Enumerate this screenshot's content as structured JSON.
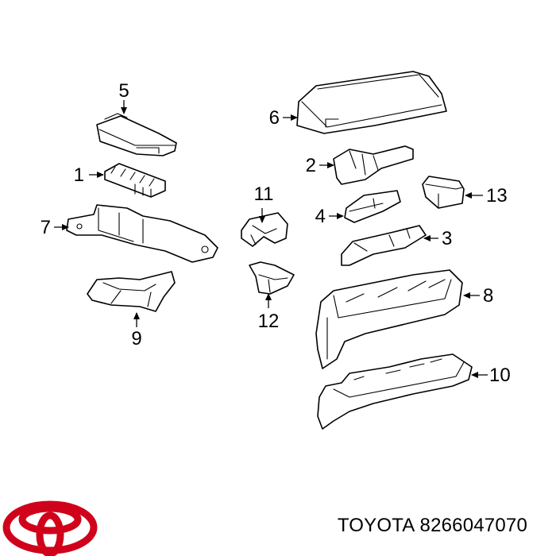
{
  "diagram": {
    "callouts": [
      "1",
      "2",
      "3",
      "4",
      "5",
      "6",
      "7",
      "8",
      "9",
      "10",
      "11",
      "12",
      "13"
    ],
    "line_color": "#000000",
    "background": "#ffffff"
  },
  "brand": {
    "logo_icon": "toyota-logo-icon",
    "logo_color": "#d0021b"
  },
  "caption": {
    "brand": "TOYOTA",
    "part_number": "8266047070"
  }
}
